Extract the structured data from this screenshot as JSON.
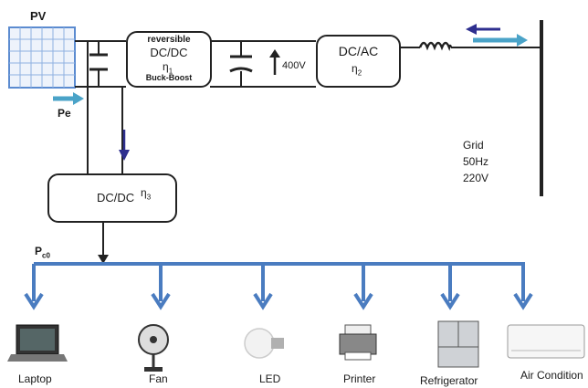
{
  "labels": {
    "pv": "PV",
    "pe": "Pe",
    "pc0_main": "P",
    "pc0_sub": "c0",
    "v400": "400V"
  },
  "blocks": {
    "reversible": {
      "line1": "reversible",
      "line2": "DC/DC",
      "eta_main": "η",
      "eta_sub": "1",
      "line4": "Buck-Boost"
    },
    "dcac": {
      "line1": "DC/AC",
      "eta_main": "η",
      "eta_sub": "2"
    },
    "dcdc3": {
      "line1": "DC/DC",
      "eta_main": "η",
      "eta_sub": "3"
    }
  },
  "grid": {
    "line1": "Grid",
    "line2": "50Hz",
    "line3": "220V"
  },
  "loads": [
    "Laptop",
    "Fan",
    "LED",
    "Printer",
    "Refrigerator",
    "Air Condition"
  ],
  "colors": {
    "line": "#222222",
    "bus": "#4a7cc0",
    "arrow_dark": "#2e2f8f",
    "arrow_light": "#4aa3c8",
    "panel": "#5b8bd0"
  }
}
